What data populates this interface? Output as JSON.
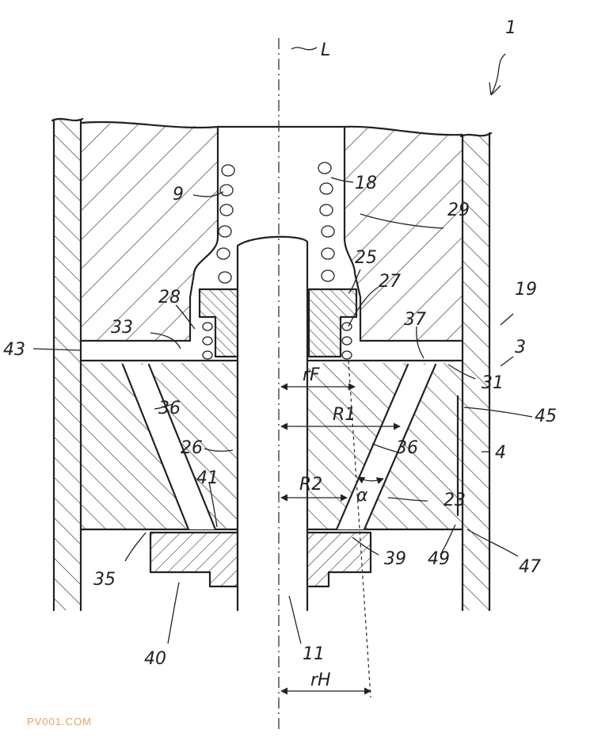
{
  "labels": {
    "l1": "1",
    "L": "L",
    "l9": "9",
    "l18": "18",
    "l29": "29",
    "l25": "25",
    "l19": "19",
    "l28": "28",
    "l27": "27",
    "l33": "33",
    "l37": "37",
    "l43": "43",
    "l3": "3",
    "rF": "rF",
    "l31": "31",
    "l36a": "36",
    "l45": "45",
    "R1": "R1",
    "l36b": "36",
    "l26": "26",
    "l4": "4",
    "l41": "41",
    "R2": "R2",
    "alpha": "α",
    "l23": "23",
    "l35": "35",
    "l39": "39",
    "l49": "49",
    "l47": "47",
    "l40": "40",
    "l11": "11",
    "rH": "rH"
  },
  "watermark": "PV001.COM"
}
